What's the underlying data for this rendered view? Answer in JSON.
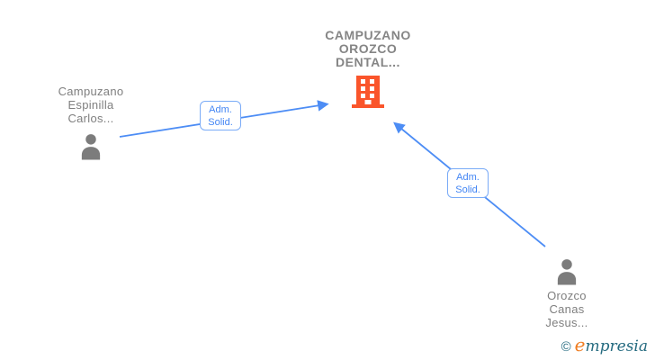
{
  "diagram_type": "corporate-relations-graph",
  "company": {
    "line1": "CAMPUZANO",
    "line2": "OROZCO",
    "line3": "DENTAL...",
    "icon": "building-icon"
  },
  "persons": {
    "left": {
      "line1": "Campuzano",
      "line2": "Espinilla",
      "line3": "Carlos...",
      "icon": "person-icon"
    },
    "right": {
      "line1": "Orozco",
      "line2": "Canas",
      "line3": "Jesus...",
      "icon": "person-icon"
    }
  },
  "edges": {
    "left": {
      "label_line1": "Adm.",
      "label_line2": "Solid.",
      "from": "Campuzano Espinilla Carlos...",
      "to": "CAMPUZANO OROZCO DENTAL..."
    },
    "right": {
      "label_line1": "Adm.",
      "label_line2": "Solid.",
      "from": "Orozco Canas Jesus...",
      "to": "CAMPUZANO OROZCO DENTAL..."
    }
  },
  "watermark": {
    "copyright": "©",
    "brand_initial": "e",
    "brand_rest": "mpresia"
  },
  "colors": {
    "edge_blue": "#4d8df5",
    "edge_label_text": "#4285f4",
    "edge_label_border": "#7aabf7",
    "building_orange": "#fa552b",
    "person_gray": "#7c7c7c",
    "company_text": "#858585",
    "person_text": "#7f7f7f",
    "brand_teal": "#256b80",
    "brand_orange": "#ef7d22"
  }
}
